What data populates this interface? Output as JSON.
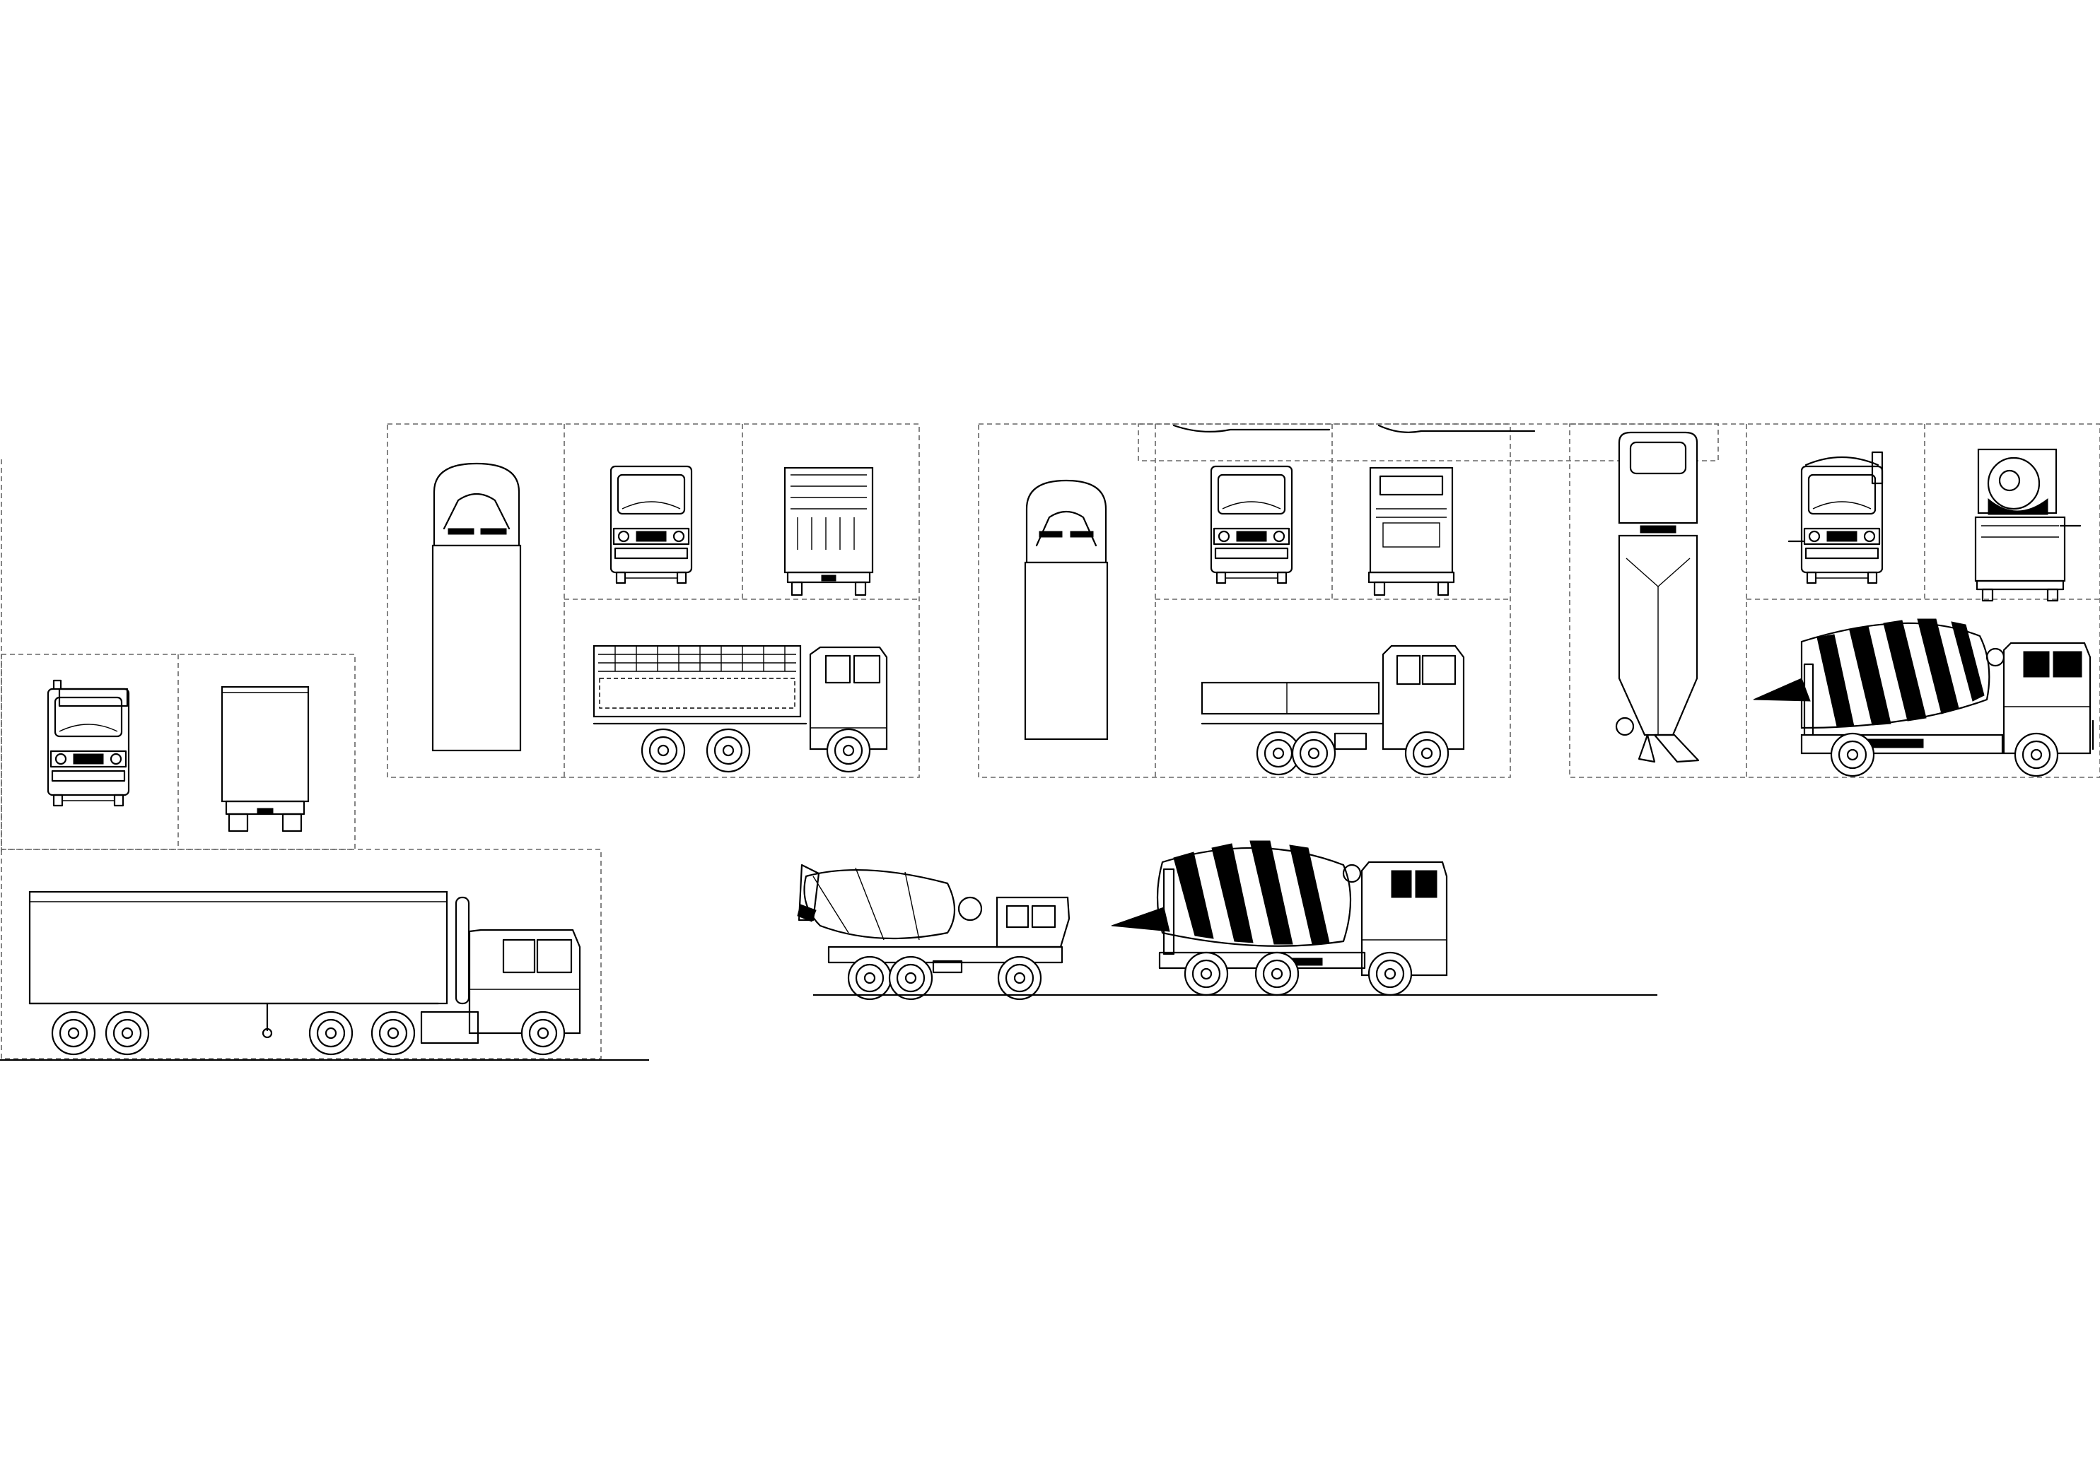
{
  "drawing": {
    "type": "CAD vehicle elevation sheet",
    "line_color": "#000000",
    "frame_style": "dashed",
    "views": [
      {
        "group": "semi-trailer",
        "items": [
          "front-view",
          "rear-view",
          "side-view"
        ]
      },
      {
        "group": "cargo-truck",
        "items": [
          "top-view",
          "front-view",
          "rear-view",
          "side-view"
        ]
      },
      {
        "group": "flatbed-truck",
        "items": [
          "top-view",
          "front-view",
          "rear-view",
          "side-view"
        ]
      },
      {
        "group": "mixer-truck",
        "items": [
          "top-view",
          "front-view",
          "rear-view",
          "side-view"
        ]
      },
      {
        "group": "mixer-trucks-ground",
        "items": [
          "small-mixer-side-view",
          "large-mixer-side-view"
        ]
      }
    ]
  }
}
